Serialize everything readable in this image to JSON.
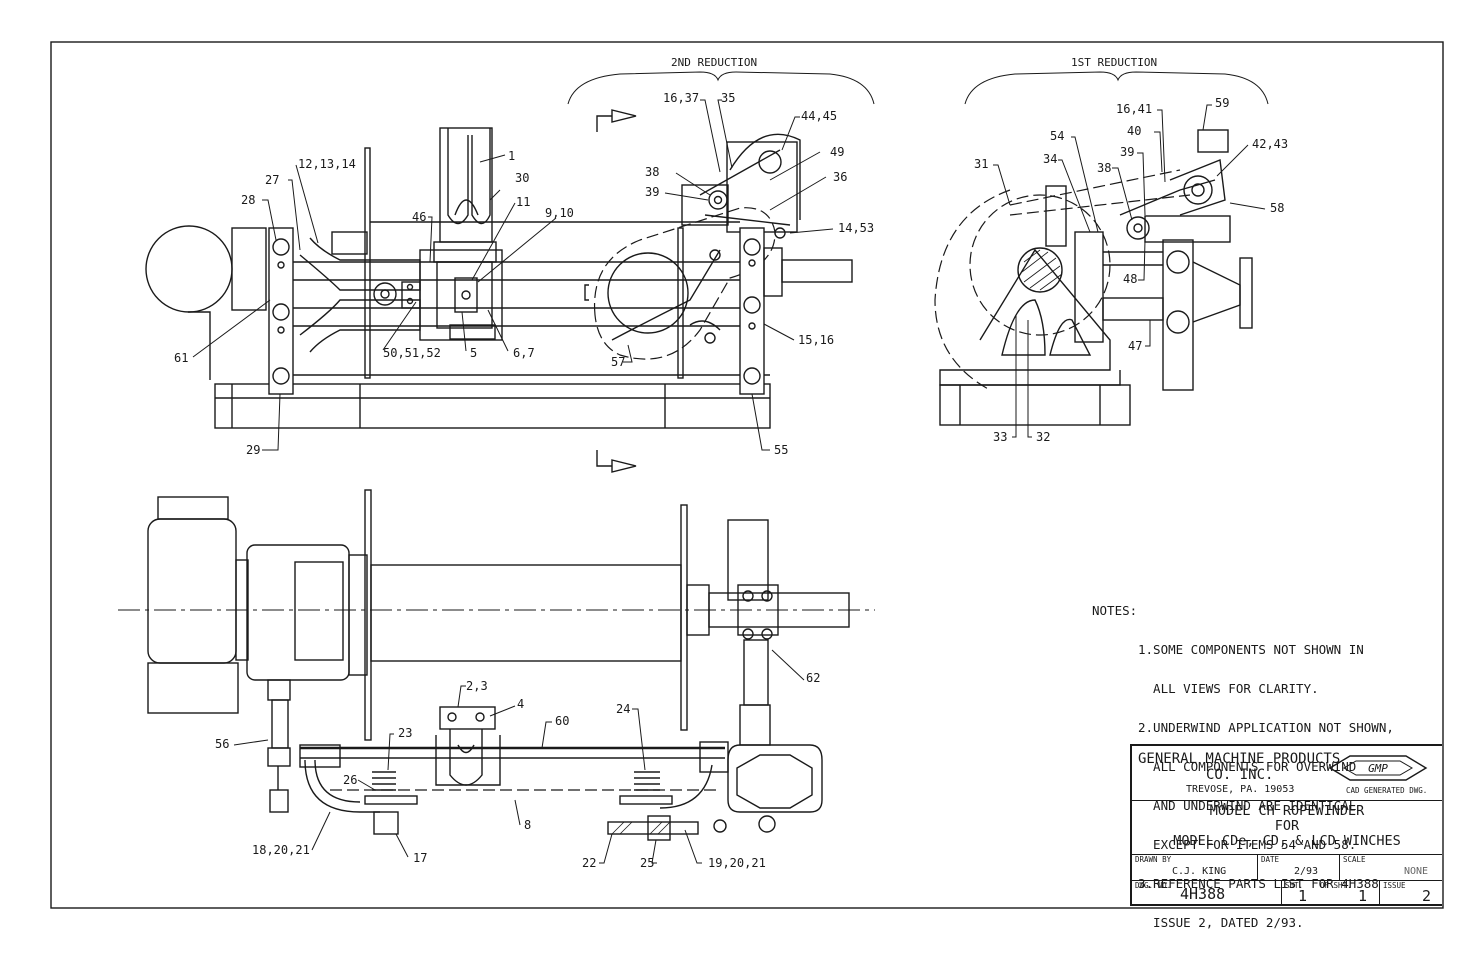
{
  "views": {
    "second_reduction": "2ND REDUCTION",
    "first_reduction": "1ST REDUCTION"
  },
  "callouts": {
    "top_left": [
      "27",
      "28",
      "12,13,14",
      "46",
      "1",
      "30",
      "11",
      "9,10",
      "16,37",
      "35",
      "44,45",
      "38",
      "39",
      "49",
      "36",
      "14,53",
      "61",
      "50,51,52",
      "5",
      "6,7",
      "57",
      "15,16",
      "29",
      "55"
    ],
    "top_right": [
      "16,41",
      "59",
      "54",
      "40",
      "42,43",
      "34",
      "39",
      "31",
      "38",
      "58",
      "48",
      "47",
      "33",
      "32"
    ],
    "bottom": [
      "2,3",
      "4",
      "23",
      "60",
      "24",
      "62",
      "56",
      "26",
      "8",
      "18,20,21",
      "17",
      "22",
      "25",
      "19,20,21"
    ]
  },
  "notes": {
    "heading": "NOTES:",
    "items": [
      "1.SOME COMPONENTS NOT SHOWN IN",
      "  ALL VIEWS FOR CLARITY.",
      "2.UNDERWIND APPLICATION NOT SHOWN,",
      "  ALL COMPONENTS FOR OVERWIND",
      "  AND UNDERWIND ARE IDENTICAL",
      "  EXCEPT FOR ITEMS 54 AND 58.",
      "3.REFERENCE PARTS LIST FOR 4H388",
      "  ISSUE 2, DATED 2/93."
    ]
  },
  "title_block": {
    "company_line1": "GENERAL MACHINE PRODUCTS",
    "company_line2": "CO. INC.",
    "address": "TREVOSE, PA. 19053",
    "cad_note": "CAD GENERATED DWG.",
    "logo_text": "GMP",
    "title_line1": "MODEL CH ROPEWINDER",
    "title_line2": "FOR",
    "title_line3": "MODEL CDe, CD, & LCD WINCHES",
    "drawn_by_label": "DRAWN BY",
    "drawn_by": "C.J. KING",
    "date_label": "DATE",
    "date": "2/93",
    "scale_label": "SCALE",
    "scale": "NONE",
    "dwg_no_label": "DWG. NO.",
    "dwg_no": "4H388",
    "sheet_label": "SHT.",
    "sheet": "1",
    "of_sheet_label": "OF SHT.",
    "of_sheet": "1",
    "issue_label": "ISSUE",
    "issue": "2"
  }
}
